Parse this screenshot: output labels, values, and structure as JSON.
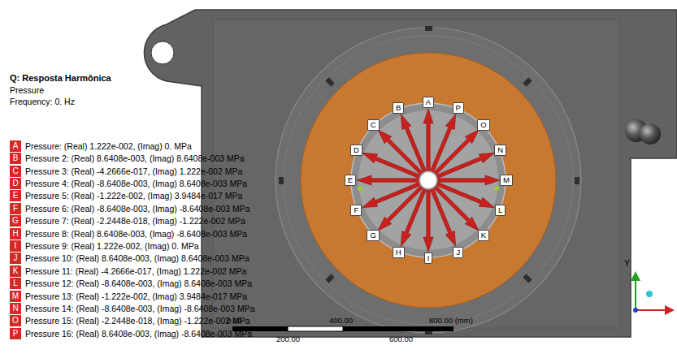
{
  "diagram": {
    "title": "Q: Resposta Harmônica",
    "nodes": [
      {
        "text": [
          "A",
          "Pressure: (Real) 1.222e-002, (Imag) 0. MPa"
        ]
      },
      {
        "text": [
          "B",
          "Pressure 2: (Real) 8.6408e-003, (Imag) 8.6408e-003 MPa"
        ]
      },
      {
        "text": [
          "C",
          "Pressure 3: (Real) -4.2666e-017, (Imag) 1.222e-002 MPa"
        ]
      },
      {
        "text": [
          "D",
          "Pressure 4: (Real) -8.6408e-003, (Imag) 8.6408e-003 MPa"
        ]
      },
      {
        "text": [
          "E",
          "Pressure 5: (Real) -1.222e-002, (Imag) 3.9484e-017 MPa"
        ]
      },
      {
        "text": [
          "F",
          "Pressure 6: (Real) -8.6408e-003, (Imag) -8.6408e-003 MPa"
        ]
      },
      {
        "text": [
          "G",
          "Pressure 7: (Real) -2.2448e-018, (Imag) -1.222e-002 MPa"
        ]
      },
      {
        "text": [
          "H",
          "Pressure 8: (Real) 8.6408e-003, (Imag) -8.6408e-003 MPa"
        ]
      },
      {
        "text": [
          "I",
          "Pressure 9: (Real) 1.222e-002, (Imag) 0. MPa"
        ]
      },
      {
        "text": [
          "J",
          "Pressure 10: (Real) 8.6408e-003, (Imag) 8.6408e-003 MPa"
        ]
      },
      {
        "text": [
          "K",
          "Pressure 11: (Real) -4.2666e-017, (Imag) 1.222e-002 MPa"
        ]
      },
      {
        "text": [
          "L",
          "Pressure 12: (Real) -8.6408e-003, (Imag) 8.6408e-003 MPa"
        ]
      },
      {
        "text": [
          "M",
          "Pressure 13: (Real) -1.222e-002, (Imag) 3.9484e-017 MPa"
        ]
      },
      {
        "text": [
          "N",
          "Pressure 14: (Real) -8.6408e-003, (Imag) -8.6408e-003 MPa"
        ]
      },
      {
        "text": [
          "O",
          "Pressure 15: (Real) -2.2448e-018, (Imag) -1.222e-002 MPa"
        ]
      },
      {
        "text": [
          "P",
          "Pressure 16: (Real) 8.6408e-003, (Imag) -8.6408e-003 MPa"
        ]
      },
      {
        "text": [
          "A"
        ]
      },
      {
        "text": [
          "B"
        ]
      },
      {
        "text": [
          "C"
        ]
      },
      {
        "text": [
          "D"
        ]
      },
      {
        "text": [
          "E"
        ]
      },
      {
        "text": [
          "F"
        ]
      },
      {
        "text": [
          "G"
        ]
      },
      {
        "text": [
          "H"
        ]
      },
      {
        "text": [
          "I"
        ]
      },
      {
        "text": [
          "J"
        ]
      },
      {
        "text": [
          "K"
        ]
      },
      {
        "text": [
          "L"
        ]
      },
      {
        "text": [
          "M"
        ]
      },
      {
        "text": [
          "N"
        ]
      },
      {
        "text": [
          "O"
        ]
      },
      {
        "text": [
          "P"
        ]
      }
    ],
    "labels": [
      "Pressure",
      "Frequency: 0. Hz",
      "0.00",
      "400.00",
      "800.00 (mm)",
      "200.00",
      "600.00",
      "Y"
    ]
  }
}
